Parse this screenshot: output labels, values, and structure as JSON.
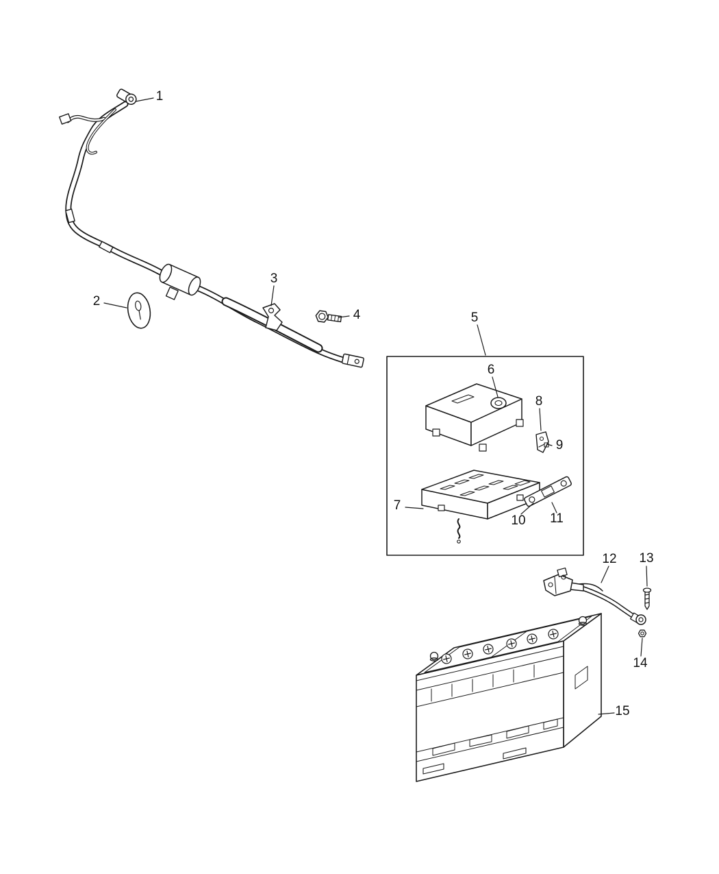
{
  "diagram": {
    "background_color": "#ffffff",
    "line_color": "#1a1a1a"
  },
  "callouts": [
    {
      "label": "1"
    },
    {
      "label": "2"
    },
    {
      "label": "3"
    },
    {
      "label": "4"
    },
    {
      "label": "5"
    },
    {
      "label": "6"
    },
    {
      "label": "7"
    },
    {
      "label": "8"
    },
    {
      "label": "9"
    },
    {
      "label": "10"
    },
    {
      "label": "11"
    },
    {
      "label": "12"
    },
    {
      "label": "13"
    },
    {
      "label": "14"
    },
    {
      "label": "15"
    }
  ]
}
